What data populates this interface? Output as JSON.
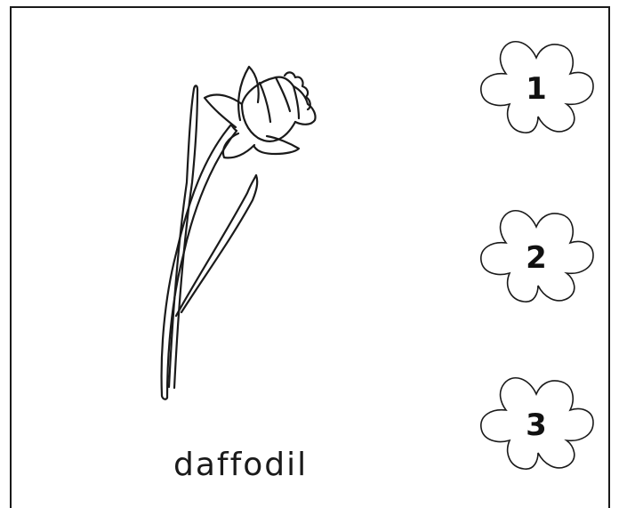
{
  "word": "daffodil",
  "counters": [
    {
      "number": "1"
    },
    {
      "number": "2"
    },
    {
      "number": "3"
    }
  ],
  "icons": {
    "flower": "daffodil-drawing-icon",
    "counter_shape": "five-petal-flower-icon"
  },
  "colors": {
    "line": "#1a1a1a",
    "background": "#ffffff"
  }
}
